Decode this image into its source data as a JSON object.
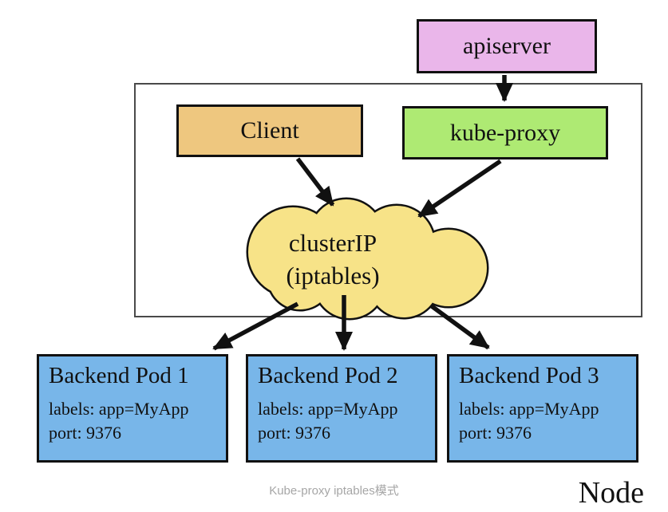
{
  "diagram": {
    "apiserver": {
      "label": "apiserver"
    },
    "node": {
      "label": "Node"
    },
    "client": {
      "label": "Client"
    },
    "kube_proxy": {
      "label": "kube-proxy"
    },
    "cluster_ip": {
      "line1": "clusterIP",
      "line2": "(iptables)"
    },
    "pods": [
      {
        "title": "Backend Pod 1",
        "labels": "labels: app=MyApp",
        "port": "port: 9376"
      },
      {
        "title": "Backend Pod 2",
        "labels": "labels: app=MyApp",
        "port": "port: 9376"
      },
      {
        "title": "Backend Pod 3",
        "labels": "labels: app=MyApp",
        "port": "port: 9376"
      }
    ],
    "caption": "Kube-proxy iptables模式",
    "colors": {
      "apiserver_fill": "#eab6ea",
      "client_fill": "#eec77f",
      "kube_proxy_fill": "#aeea73",
      "cluster_ip_fill": "#f7e388",
      "pod_fill": "#78b6e9",
      "outline": "#111111",
      "node_border": "#4a4a4a",
      "caption_text": "#a6a6a6"
    }
  }
}
